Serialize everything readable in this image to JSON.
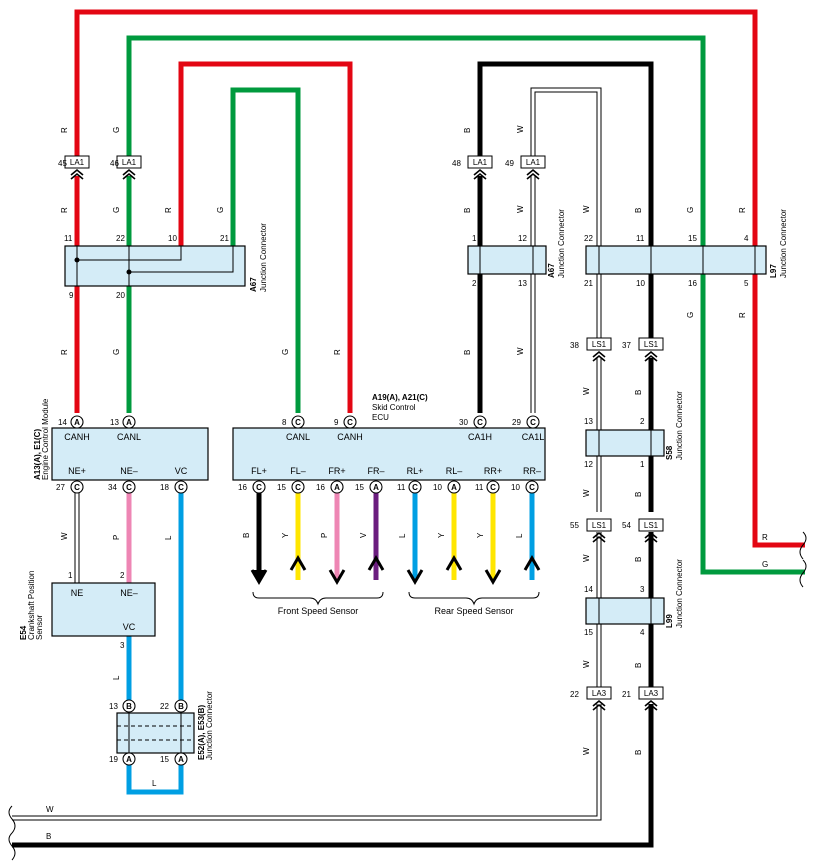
{
  "colors": {
    "red": "#e30613",
    "green": "#009a3e",
    "black": "#000000",
    "white_wire": "#ffffff",
    "pink": "#ee86b4",
    "blue": "#009fe3",
    "yellow": "#ffe600",
    "violet": "#6b1d7f",
    "component_fill": "#d4ecf7"
  },
  "wire_codes": {
    "R": "R",
    "G": "G",
    "B": "B",
    "W": "W",
    "P": "P",
    "L": "L",
    "Y": "Y",
    "V": "V"
  },
  "connectors": {
    "LA1": "LA1",
    "LS1": "LS1",
    "LA3": "LA3",
    "A": "A",
    "B": "B",
    "C": "C"
  },
  "components": {
    "a67_left": {
      "id": "A67",
      "name": "Junction Connector"
    },
    "a67_right": {
      "id": "A67",
      "name": "Junction Connector"
    },
    "l97": {
      "id": "L97",
      "name": "Junction Connector"
    },
    "s58": {
      "id": "S58",
      "name": "Junction Connector"
    },
    "l99": {
      "id": "L99",
      "name": "Junction Connector"
    },
    "ecm": {
      "id": "A13(A), E1(C)",
      "name": "Engine Control Module",
      "pins": [
        "CANH",
        "CANL",
        "NE+",
        "NE–",
        "VC"
      ]
    },
    "skid": {
      "id": "A19(A), A21(C)",
      "name": "Skid Control",
      "name2": "ECU",
      "pins": [
        "CANL",
        "CANH",
        "CA1H",
        "CA1L",
        "FL+",
        "FL–",
        "FR+",
        "FR–",
        "RL+",
        "RL–",
        "RR+",
        "RR–"
      ]
    },
    "crank": {
      "id": "E54",
      "name": "Crankshaft Position",
      "name2": "Sensor",
      "pins": [
        "NE",
        "NE–",
        "VC"
      ]
    },
    "e52": {
      "id": "E52(A), E53(B)",
      "name": "Junction Connector"
    }
  },
  "sensor_groups": {
    "front": "Front Speed Sensor",
    "rear": "Rear Speed Sensor"
  },
  "pin_numbers": {
    "la1_45": "45",
    "la1_46": "46",
    "la1_48": "48",
    "la1_49": "49",
    "a67_11": "11",
    "a67_22": "22",
    "a67_10": "10",
    "a67_21": "21",
    "a67_9": "9",
    "a67_20": "20",
    "a67_1": "1",
    "a67_12": "12",
    "a67_2": "2",
    "a67_13": "13",
    "l97_22": "22",
    "l97_11": "11",
    "l97_15": "15",
    "l97_4": "4",
    "l97_21": "21",
    "l97_10": "10",
    "l97_16": "16",
    "l97_5": "5",
    "ls1_38": "38",
    "ls1_37": "37",
    "ls1_55": "55",
    "ls1_54": "54",
    "s58_13": "13",
    "s58_2": "2",
    "s58_12": "12",
    "s58_1": "1",
    "l99_14": "14",
    "l99_3": "3",
    "l99_15": "15",
    "l99_4": "4",
    "la3_22": "22",
    "la3_21": "21",
    "ecm_14": "14",
    "ecm_13": "13",
    "ecm_27": "27",
    "ecm_34": "34",
    "ecm_18": "18",
    "skid_8": "8",
    "skid_9": "9",
    "skid_30": "30",
    "skid_29": "29",
    "skid_16a": "16",
    "skid_15a": "15",
    "skid_16b": "16",
    "skid_15b": "15",
    "skid_11a": "11",
    "skid_10a": "10",
    "skid_11b": "11",
    "skid_10b": "10",
    "crank_1": "1",
    "crank_2": "2",
    "crank_3": "3",
    "e52_13": "13",
    "e52_22": "22",
    "e52_19": "19",
    "e52_15": "15"
  }
}
